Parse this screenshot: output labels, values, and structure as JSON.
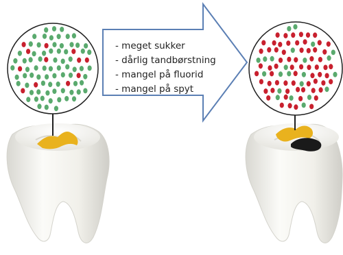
{
  "factors": [
    {
      "text": "- meget sukker"
    },
    {
      "text": "- dårlig tandbørstning"
    },
    {
      "text": "- mangel på fluorid"
    },
    {
      "text": "- mangel på spyt"
    }
  ],
  "colors": {
    "healthy_bacteria": "#5aaa6e",
    "harmful_bacteria": "#c8202e",
    "arrow_border": "#5b7fb4",
    "tooth": "#f3f2ec",
    "fissure": "#e9b21e",
    "cavity": "#1a1a1a"
  },
  "left_sample": {
    "green_share": 0.85,
    "red_share": 0.15
  },
  "right_sample": {
    "green_share": 0.2,
    "red_share": 0.8
  }
}
